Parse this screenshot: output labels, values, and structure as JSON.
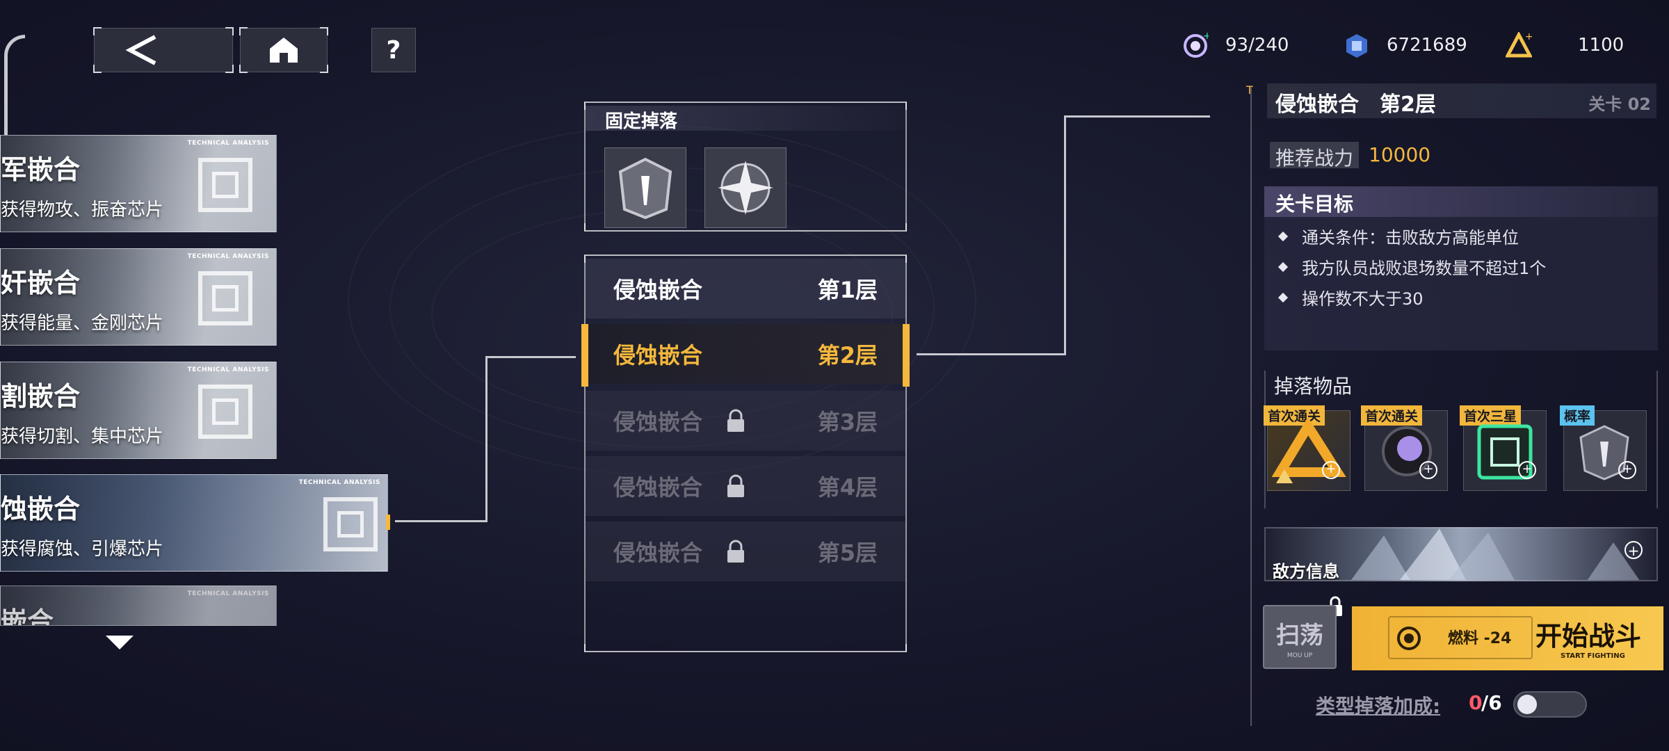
{
  "resources": [
    {
      "icon": "energy-core-icon",
      "value": "93/240"
    },
    {
      "icon": "crystal-cube-icon",
      "value": "6721689"
    },
    {
      "icon": "triangle-token-icon",
      "value": "1100"
    }
  ],
  "stage_cards": [
    {
      "title": "军嵌合",
      "subtitle": "获得物攻、振奋芯片",
      "tag": "TECHNICAL ANALYSIS"
    },
    {
      "title": "奸嵌合",
      "subtitle": "获得能量、金刚芯片",
      "tag": "TECHNICAL ANALYSIS"
    },
    {
      "title": "割嵌合",
      "subtitle": "获得切割、集中芯片",
      "tag": "TECHNICAL ANALYSIS"
    },
    {
      "title": "蚀嵌合",
      "subtitle": "获得腐蚀、引爆芯片",
      "tag": "TECHNICAL ANALYSIS"
    },
    {
      "title": "嵌合",
      "subtitle": "",
      "tag": "TECHNICAL ANALYSIS"
    }
  ],
  "fixed_drop": {
    "label": "固定掉落"
  },
  "floors": [
    {
      "name": "侵蚀嵌合",
      "level": "第1层",
      "locked": false,
      "selected": false
    },
    {
      "name": "侵蚀嵌合",
      "level": "第2层",
      "locked": false,
      "selected": true
    },
    {
      "name": "侵蚀嵌合",
      "level": "第3层",
      "locked": true,
      "selected": false
    },
    {
      "name": "侵蚀嵌合",
      "level": "第4层",
      "locked": true,
      "selected": false
    },
    {
      "name": "侵蚀嵌合",
      "level": "第5层",
      "locked": true,
      "selected": false
    }
  ],
  "detail": {
    "title": "侵蚀嵌合",
    "floor": "第2层",
    "stage_no": "关卡 02",
    "power_label": "推荐战力",
    "power_value": "10000",
    "objectives_label": "关卡目标",
    "objectives": [
      "通关条件：击败敌方高能单位",
      "我方队员战败退场数量不超过1个",
      "操作数不大于30"
    ],
    "drops_label": "掉落物品",
    "drops": [
      {
        "tag": "首次通关",
        "icon": "gold-triangle-icon"
      },
      {
        "tag": "首次通关",
        "icon": "purple-orb-icon"
      },
      {
        "tag": "首次三星",
        "icon": "green-chip-icon"
      },
      {
        "tag": "概率",
        "icon": "gray-emblem-icon"
      }
    ],
    "enemy_label": "敌方信息",
    "sweep_label": "扫荡",
    "sweep_sub": "MOU UP",
    "fuel_label": "燃料 -24",
    "start_label": "开始战斗",
    "start_sub": "START FIGHTING",
    "bonus_label": "类型掉落加成:",
    "bonus_current": "0",
    "bonus_total": "/6"
  },
  "colors": {
    "accent": "#f5b83c",
    "locked": "#6a6a78",
    "bonus_current": "#ff5a6a"
  }
}
